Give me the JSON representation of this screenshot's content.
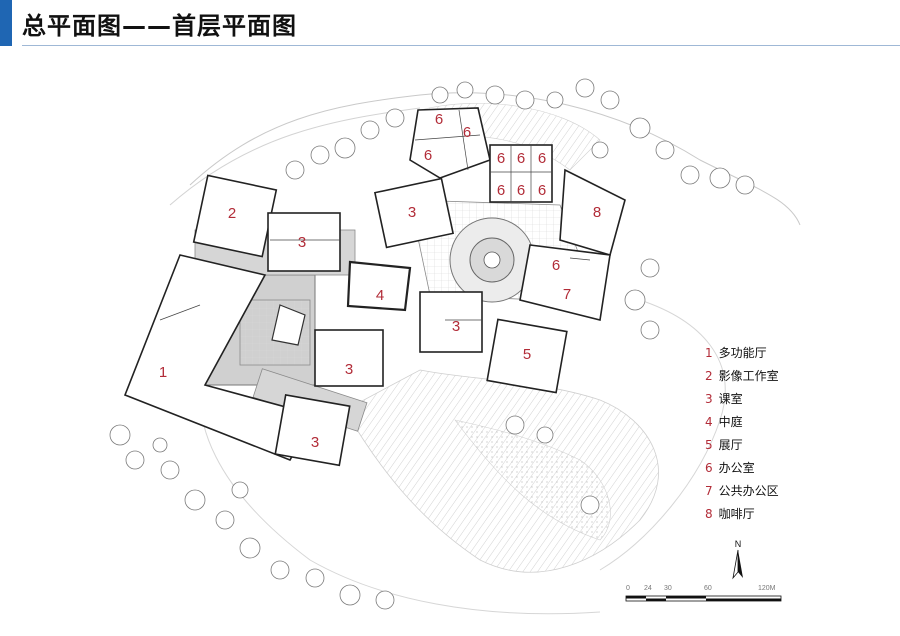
{
  "header": {
    "title": "总平面图——首层平面图",
    "accent_color": "#1f66b3"
  },
  "plan": {
    "room_number_color": "#b22c38",
    "rooms": [
      {
        "label": "1"
      },
      {
        "label": "2"
      },
      {
        "label": "3"
      },
      {
        "label": "3"
      },
      {
        "label": "3"
      },
      {
        "label": "3"
      },
      {
        "label": "3"
      },
      {
        "label": "4"
      },
      {
        "label": "5"
      },
      {
        "label": "6"
      },
      {
        "label": "6"
      },
      {
        "label": "6"
      },
      {
        "label": "6"
      },
      {
        "label": "6"
      },
      {
        "label": "6"
      },
      {
        "label": "6"
      },
      {
        "label": "6"
      },
      {
        "label": "6"
      },
      {
        "label": "6"
      },
      {
        "label": "7"
      },
      {
        "label": "8"
      }
    ]
  },
  "legend": {
    "items": [
      {
        "num": "1",
        "text": "多功能厅"
      },
      {
        "num": "2",
        "text": "影像工作室"
      },
      {
        "num": "3",
        "text": "课室"
      },
      {
        "num": "4",
        "text": "中庭"
      },
      {
        "num": "5",
        "text": "展厅"
      },
      {
        "num": "6",
        "text": "办公室"
      },
      {
        "num": "7",
        "text": "公共办公区"
      },
      {
        "num": "8",
        "text": "咖啡厅"
      }
    ]
  },
  "compass": {
    "label": "N"
  },
  "scale_bar": {
    "ticks": [
      "0",
      "24",
      "30",
      "60",
      "120M"
    ]
  }
}
